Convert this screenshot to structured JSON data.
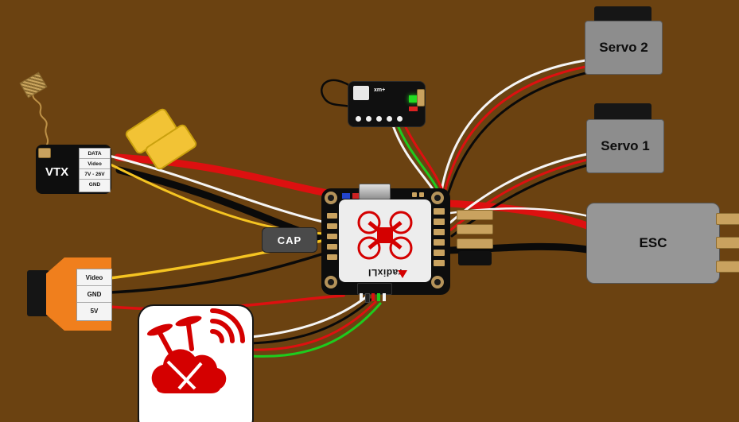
{
  "colors": {
    "background": "#6b4211",
    "wire_red": "#dd1010",
    "wire_black": "#0a0a0a",
    "wire_white": "#f5f5f5",
    "wire_yellow": "#f5c422",
    "wire_green": "#1ecb1e",
    "wire_gold": "#bd9147",
    "brand_red": "#d40000",
    "camera_orange": "#f07f1d",
    "xt60_yellow": "#f2c335",
    "pad_gold": "#c9a25f"
  },
  "components": {
    "servo2": {
      "label": "Servo 2"
    },
    "servo1": {
      "label": "Servo 1"
    },
    "esc": {
      "label": "ESC"
    },
    "vtx": {
      "label": "VTX",
      "pins": [
        "DATA",
        "Video",
        "7V - 26V",
        "GND"
      ]
    },
    "camera": {
      "pins": [
        "Video",
        "GND",
        "5V"
      ]
    },
    "cap": {
      "label": "CAP"
    },
    "fc": {
      "brand": "radixLI"
    },
    "receiver": {
      "label": "xm+"
    }
  }
}
